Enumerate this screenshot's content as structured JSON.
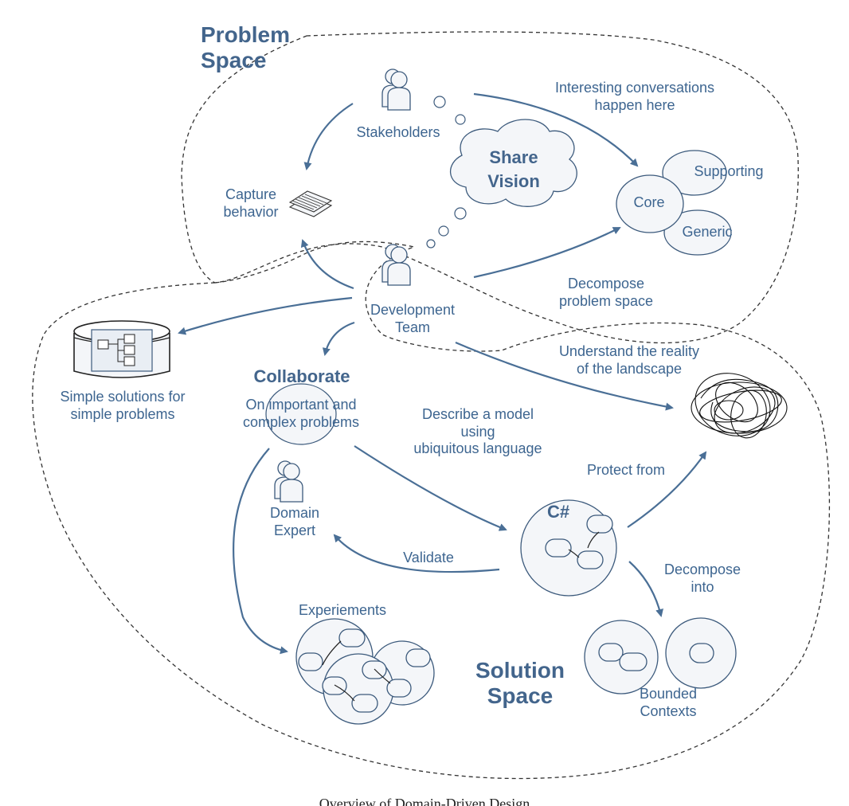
{
  "regions": {
    "problem_space": "Problem\nSpace",
    "solution_space": "Solution\nSpace"
  },
  "labels": {
    "stakeholders": "Stakeholders",
    "interesting": "Interesting conversations\nhappen here",
    "share_vision": "Share\nVision",
    "supporting": "Supporting",
    "core": "Core",
    "generic": "Generic",
    "capture_behavior": "Capture\nbehavior",
    "decompose_problem": "Decompose\nproblem space",
    "development_team": "Development\nTeam",
    "understand": "Understand the reality\nof the landscape",
    "simple_solutions": "Simple solutions for\nsimple problems",
    "collaborate": "Collaborate",
    "collaborate_sub": "On important and\ncomplex problems",
    "describe_model": "Describe a model\nusing\nubiquitous language",
    "protect_from": "Protect from",
    "csharp": "C#",
    "domain_expert": "Domain\nExpert",
    "validate": "Validate",
    "decompose_into": "Decompose\ninto",
    "experiments": "Experiements",
    "bounded_contexts": "Bounded\nContexts"
  },
  "caption": "Overview of Domain-Driven Design",
  "colors": {
    "accent": "#43658c",
    "arrow": "#4a6f96",
    "line": "#3c5a7c",
    "fill": "#f4f6f9"
  }
}
